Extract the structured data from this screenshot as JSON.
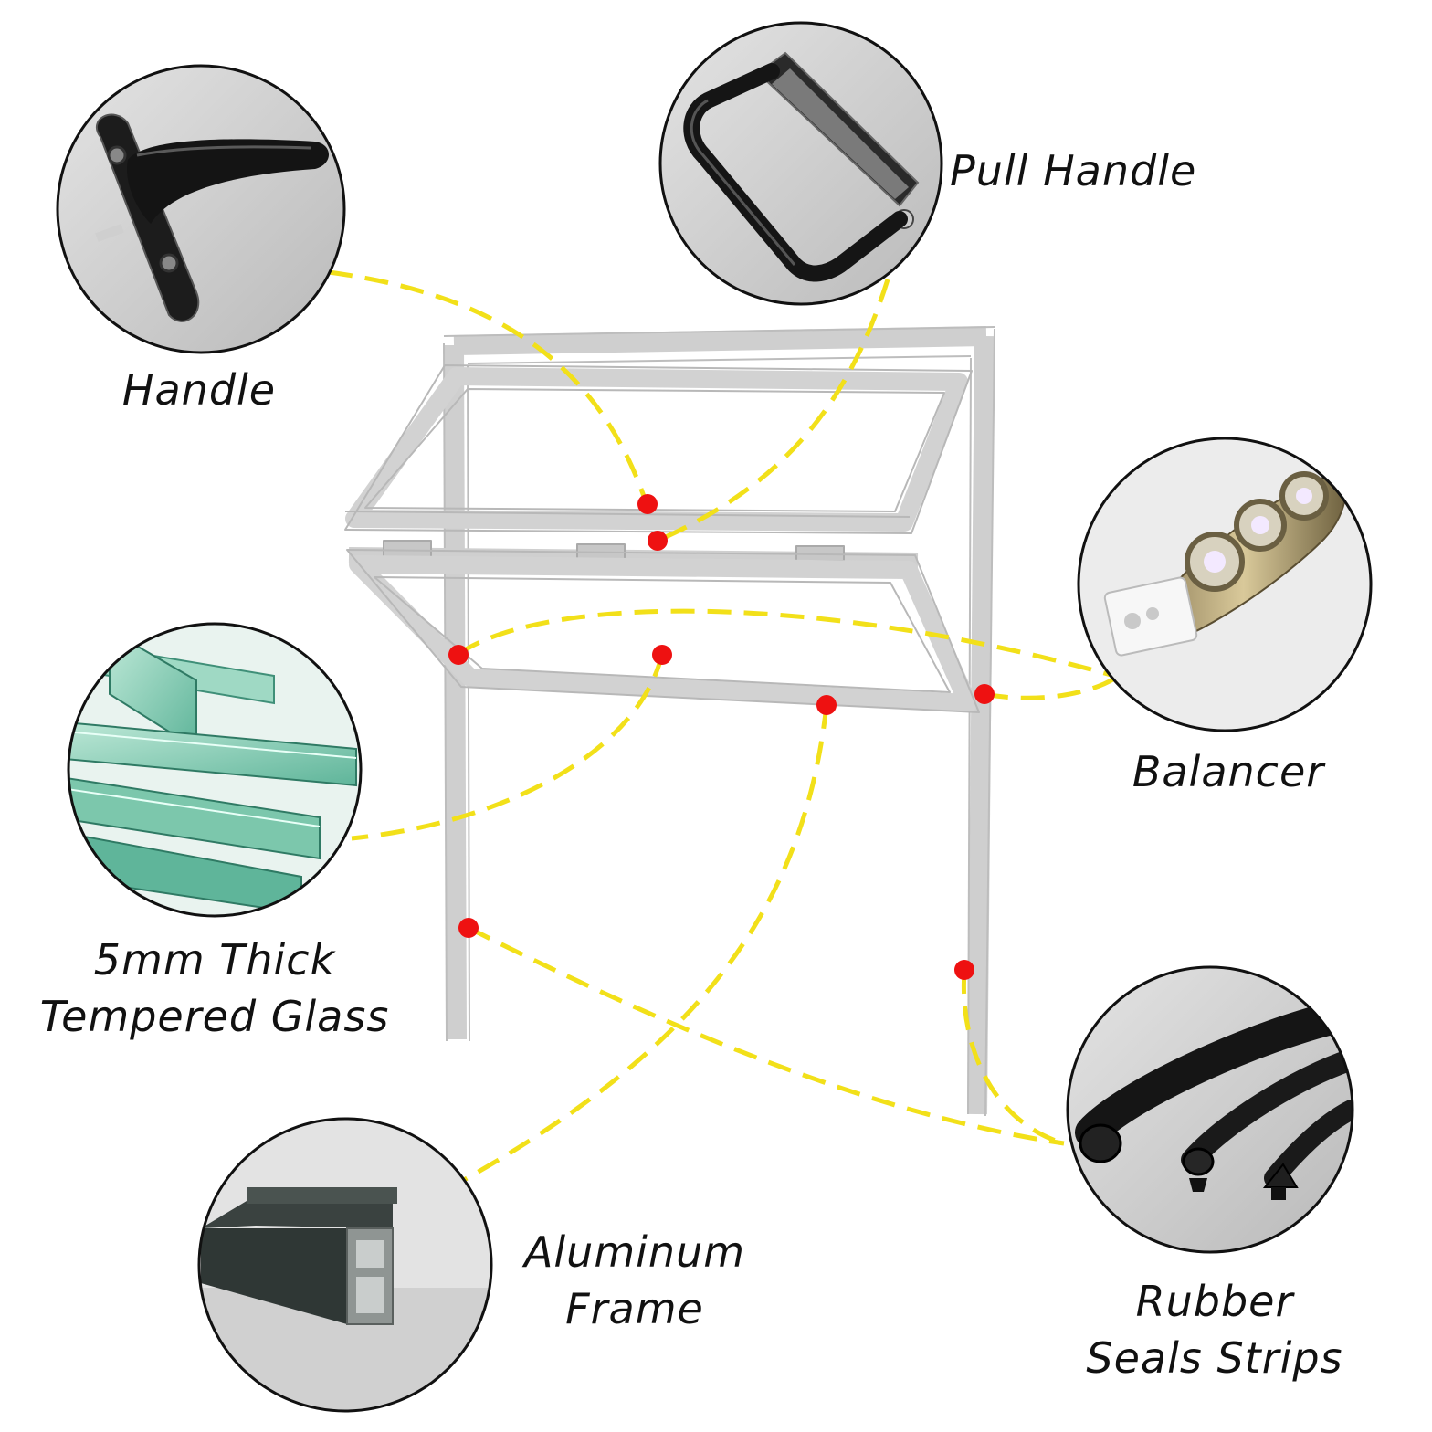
{
  "colors": {
    "background": "#ffffff",
    "frame": "#d9d9d9",
    "frame_edge": "#c4c4c4",
    "connector": "#f2e019",
    "marker": "#ee1111",
    "circle_border": "#111111"
  },
  "components": [
    {
      "id": "handle",
      "name": "Handle",
      "lines": [
        "Handle"
      ],
      "icon": "casement-handle-icon"
    },
    {
      "id": "pull-handle",
      "name": "Pull Handle",
      "lines": [
        "Pull Handle"
      ],
      "icon": "pull-handle-icon"
    },
    {
      "id": "balancer",
      "name": "Balancer",
      "lines": [
        "Balancer"
      ],
      "icon": "friction-balancer-icon"
    },
    {
      "id": "tempered-glass",
      "name": "5mm Thick Tempered Glass",
      "lines": [
        "5mm Thick",
        "Tempered Glass"
      ],
      "icon": "stacked-glass-icon"
    },
    {
      "id": "aluminum-frame",
      "name": "Aluminum Frame",
      "lines": [
        "Aluminum",
        "Frame"
      ],
      "icon": "aluminum-profile-icon"
    },
    {
      "id": "rubber-seals",
      "name": "Rubber Seals Strips",
      "lines": [
        "Rubber",
        "Seals Strips"
      ],
      "icon": "rubber-seal-strips-icon"
    }
  ]
}
